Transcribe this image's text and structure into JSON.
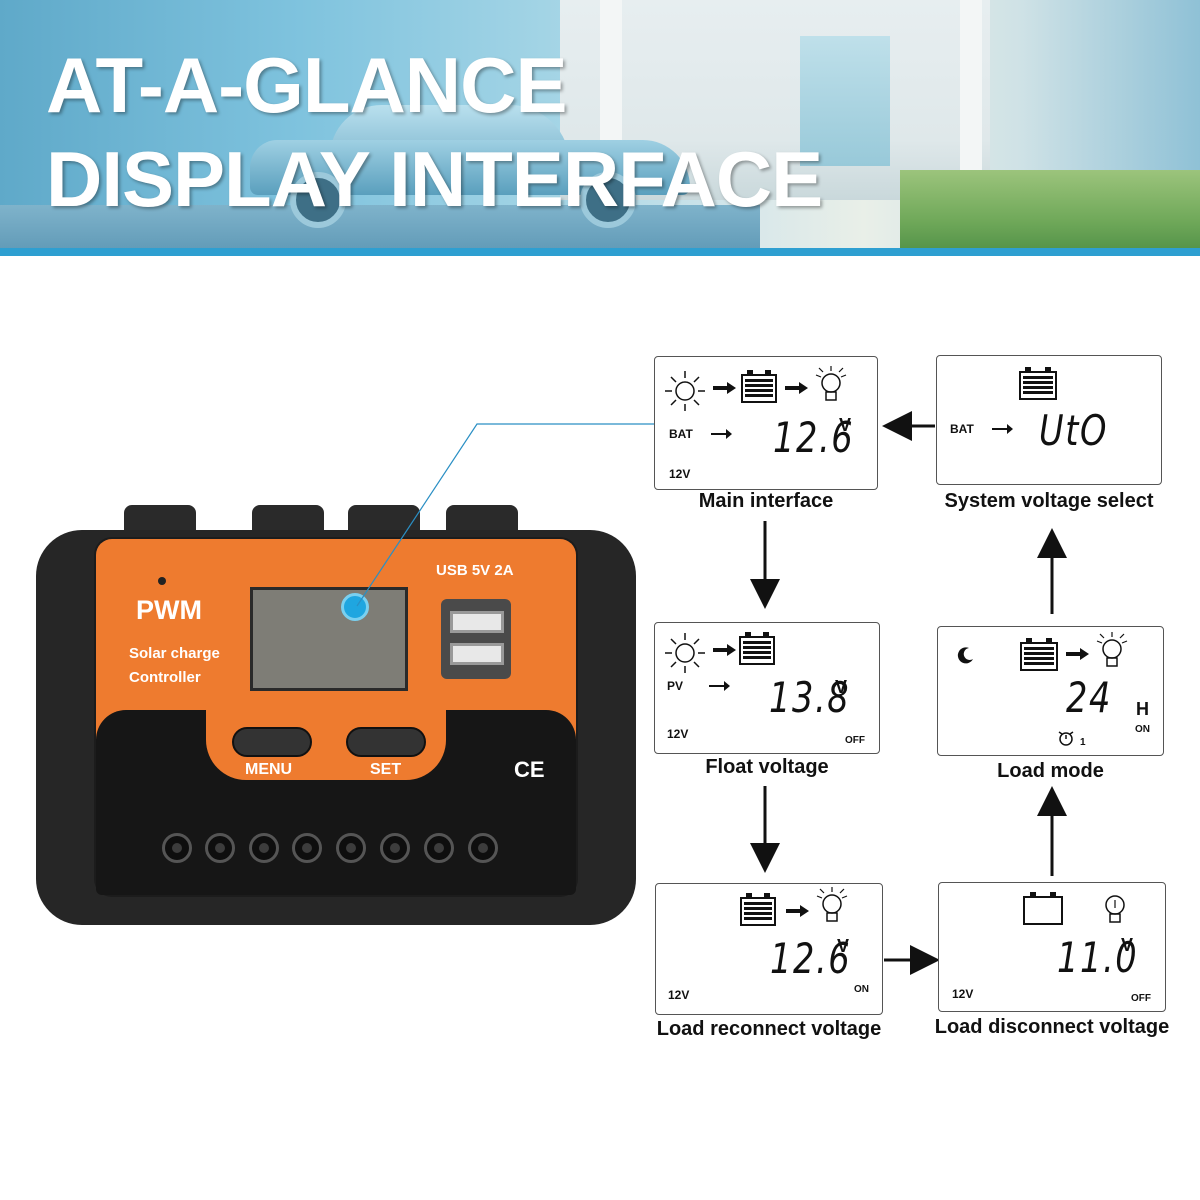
{
  "banner": {
    "line1": "AT-A-GLANCE",
    "line2": "DISPLAY INTERFACE",
    "stripe_color": "#2e9fd1"
  },
  "controller": {
    "brand": "PWM",
    "subtitle_line1": "Solar charge",
    "subtitle_line2": "Controller",
    "usb_label": "USB  5V  2A",
    "menu_label": "MENU",
    "set_label": "SET",
    "ce_mark": "CE",
    "body_color": "#ee7b2f"
  },
  "panels": {
    "main": {
      "caption": "Main interface",
      "left_label": "BAT",
      "value": "12.6",
      "unit": "V",
      "system": "12V",
      "icons": [
        "sun-icon",
        "battery-icon",
        "bulb-icon"
      ]
    },
    "system_select": {
      "caption": "System voltage select",
      "left_label": "BAT",
      "value": "UtO",
      "icons": [
        "battery-icon"
      ]
    },
    "float": {
      "caption": "Float voltage",
      "left_label": "PV",
      "value": "13.8",
      "unit": "V",
      "system": "12V",
      "state": "OFF",
      "icons": [
        "sun-icon",
        "battery-icon"
      ]
    },
    "load_mode": {
      "caption": "Load mode",
      "value": "24",
      "unit": "H",
      "state": "ON",
      "timer_index": "1",
      "icons": [
        "moon-icon",
        "battery-icon",
        "bulb-icon",
        "timer-icon"
      ]
    },
    "reconnect": {
      "caption": "Load reconnect voltage",
      "value": "12.6",
      "unit": "V",
      "system": "12V",
      "state": "ON",
      "icons": [
        "battery-icon",
        "bulb-icon"
      ]
    },
    "disconnect": {
      "caption": "Load disconnect voltage",
      "value": "11.0",
      "unit": "V",
      "system": "12V",
      "state": "OFF",
      "icons": [
        "empty-battery-icon",
        "bulb-icon"
      ]
    }
  }
}
